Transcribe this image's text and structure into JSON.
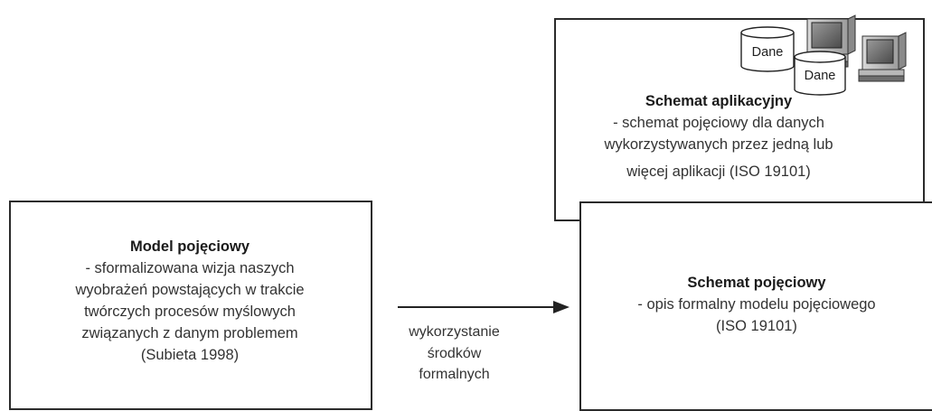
{
  "model": {
    "title": "Model pojęciowy",
    "lines": [
      "- sformalizowana wizja naszych",
      "wyobrażeń powstających w trakcie",
      "twórczych procesów myślowych",
      "związanych z danym problemem",
      "(Subieta 1998)"
    ]
  },
  "application_schema": {
    "title": "Schemat aplikacyjny",
    "lines": [
      "- schemat pojęciowy dla danych",
      "wykorzystywanych przez jedną lub",
      "więcej aplikacji (ISO 19101)"
    ]
  },
  "conceptual_schema": {
    "title": "Schemat pojęciowy",
    "lines": [
      "- opis formalny modelu pojęciowego",
      "(ISO 19101)"
    ]
  },
  "arrow": {
    "lines": [
      "wykorzystanie",
      "środków",
      "formalnych"
    ]
  },
  "icons": {
    "database_label_1": "Dane",
    "database_label_2": "Dane"
  }
}
